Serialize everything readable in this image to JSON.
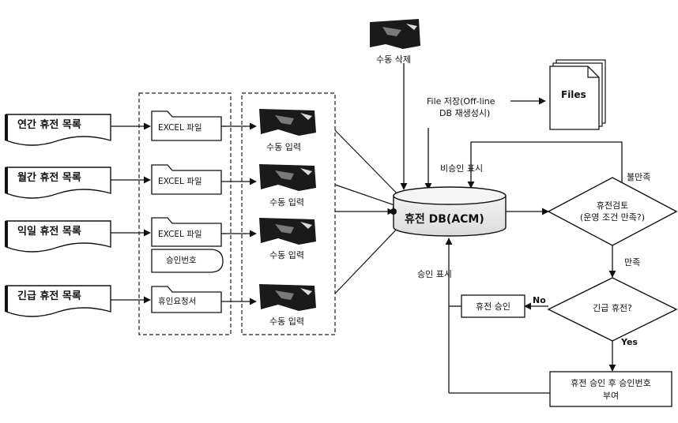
{
  "sources": [
    {
      "label": "연간 휴전 목록",
      "folder": "EXCEL 파일",
      "input": "수동 입력"
    },
    {
      "label": "월간 휴전 목록",
      "folder": "EXCEL 파일",
      "input": "수동 입력"
    },
    {
      "label": "익일 휴전 목록",
      "folder": "EXCEL 파일",
      "extra": "승인번호",
      "input": "수동 입력"
    },
    {
      "label": "긴급 휴전 목록",
      "folder": "휴인요청서",
      "input": "수동 입력"
    }
  ],
  "top": {
    "manual_delete": "수동 삭제",
    "file_save_line1": "File 저장(Off-line",
    "file_save_line2": "DB 재생성시)",
    "files": "Files"
  },
  "db": {
    "label": "휴전 DB(ACM)"
  },
  "labels": {
    "unapproved": "비승인 표시",
    "approved": "승인 표시",
    "unsatisfied": "불만족",
    "satisfied": "만족",
    "no": "No",
    "yes": "Yes"
  },
  "decisions": {
    "review_line1": "휴전검토",
    "review_line2": "(운영 조건 만족?)",
    "emergency": "긴급 휴전?"
  },
  "boxes": {
    "approve": "휴전 승인",
    "approve_assign_line1": "휴전 승인 후 승인번호",
    "approve_assign_line2": "부여"
  }
}
